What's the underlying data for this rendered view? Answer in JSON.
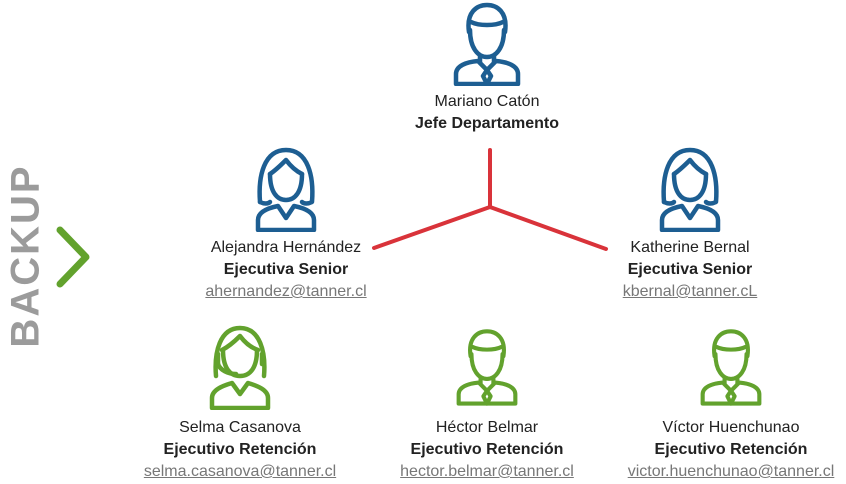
{
  "side_label": "BACKUP",
  "colors": {
    "blue": "#1d5e92",
    "green": "#62a22d",
    "connector_red": "#d9333a",
    "side_label_gray": "#9b9b9b"
  },
  "chevron_icon": "chevron-right-icon",
  "head": {
    "name": "Mariano Catón",
    "role": "Jefe Departamento",
    "icon": "male-person-icon"
  },
  "seniors": [
    {
      "name": "Alejandra Hernández",
      "role": "Ejecutiva Senior",
      "email": "ahernandez@tanner.cl",
      "icon": "female-person-icon"
    },
    {
      "name": "Katherine Bernal",
      "role": "Ejecutiva Senior",
      "email": "kbernal@tanner.cL",
      "icon": "female-person-icon"
    }
  ],
  "retention": [
    {
      "name": "Selma Casanova",
      "role": "Ejecutivo Retención",
      "email": "selma.casanova@tanner.cl",
      "icon": "female-headset-person-icon"
    },
    {
      "name": "Héctor Belmar",
      "role": "Ejecutivo Retención",
      "email": "hector.belmar@tanner.cl",
      "icon": "male-person-icon"
    },
    {
      "name": "Víctor Huenchunao",
      "role": "Ejecutivo Retención",
      "email": "victor.huenchunao@tanner.cl",
      "icon": "male-person-icon"
    }
  ]
}
